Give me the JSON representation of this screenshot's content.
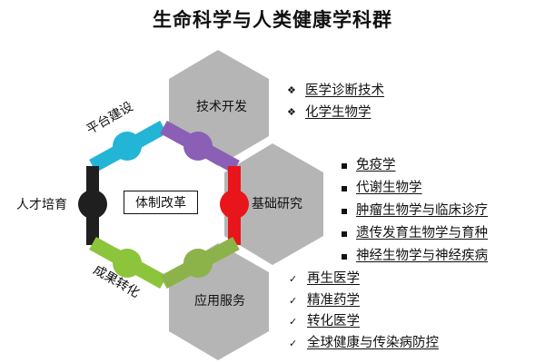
{
  "title": "生命科学与人类健康学科群",
  "hexagons": {
    "top": "技术开发",
    "right": "基础研究",
    "bottom": "应用服务"
  },
  "sides": {
    "top_left": "平台建设",
    "left": "人才培育",
    "bottom_left": "成果转化"
  },
  "center": "体制改革",
  "tech_items": [
    "医学诊断技术",
    "化学生物学"
  ],
  "basic_items": [
    "免疫学",
    "代谢生物学",
    "肿瘤生物学与临床诊疗",
    "遗传发育生物学与育种",
    "神经生物学与神经疾病"
  ],
  "app_items": [
    "再生医学",
    "精准药学",
    "转化医学",
    "全球健康与传染病防控"
  ],
  "colors": {
    "hex_fill": "#b5b5b5",
    "top_left_segment": "#22b5d6",
    "top_right_segment": "#8a5fb5",
    "left_segment": "#1f1f1f",
    "right_segment": "#e8151b",
    "bottom_left_segment": "#8cc43c",
    "bottom_right_segment": "#8cb34a"
  },
  "icons": {
    "tech_bullet": "diamond-cluster-icon",
    "basic_bullet": "square-icon",
    "app_bullet": "checkmark-icon"
  }
}
